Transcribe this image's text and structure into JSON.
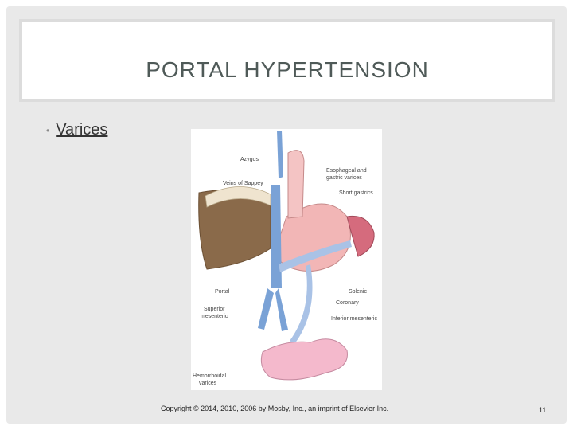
{
  "slide": {
    "title": "PORTAL HYPERTENSION",
    "bullets": [
      "Varices"
    ],
    "copyright": "Copyright © 2014, 2010, 2006 by Mosby, Inc., an imprint of Elsevier Inc.",
    "page_number": "11"
  },
  "figure": {
    "labels": {
      "azygos": "Azygos",
      "veins_of_sappey": "Veins of Sappey",
      "esophageal_1": "Esophageal and",
      "esophageal_2": "gastric varices",
      "short_gastrics": "Short gastrics",
      "portal": "Portal",
      "splenic": "Splenic",
      "coronary": "Coronary",
      "superior_1": "Superior",
      "superior_2": "mesenteric",
      "inferior": "Inferior mesenteric",
      "hemorrhoidal_1": "Hemorrhoidal",
      "hemorrhoidal_2": "varices"
    }
  },
  "colors": {
    "title": "#4f5a58",
    "slide_bg": "#e9e9e9",
    "vein_blue": "#7aa2d6",
    "liver_brown": "#8a6a4a",
    "organ_pink": "#f2b6b6"
  }
}
